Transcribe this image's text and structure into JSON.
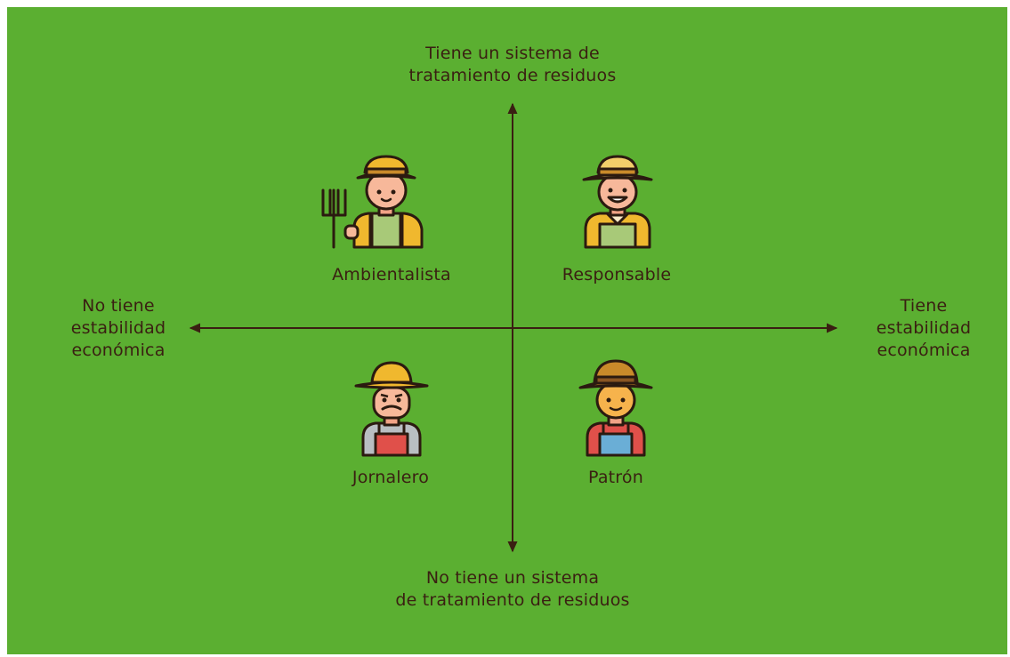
{
  "colors": {
    "background": "#5baf31",
    "axis": "#3a1f12",
    "text": "#3a1f12"
  },
  "axes": {
    "top": [
      "Tiene un sistema de",
      "tratamiento de residuos"
    ],
    "bottom": [
      "No tiene un sistema",
      "de tratamiento de residuos"
    ],
    "left": [
      "No tiene",
      "estabilidad",
      "económica"
    ],
    "right": [
      "Tiene",
      "estabilidad",
      "económica"
    ]
  },
  "quadrants": [
    {
      "position": "top-left",
      "label": "Ambientalista",
      "icon": "farmer-with-pitchfork-icon"
    },
    {
      "position": "top-right",
      "label": "Responsable",
      "icon": "smiling-farmer-icon"
    },
    {
      "position": "bottom-left",
      "label": "Jornalero",
      "icon": "farmer-with-mustache-icon"
    },
    {
      "position": "bottom-right",
      "label": "Patrón",
      "icon": "young-farmer-icon"
    }
  ]
}
